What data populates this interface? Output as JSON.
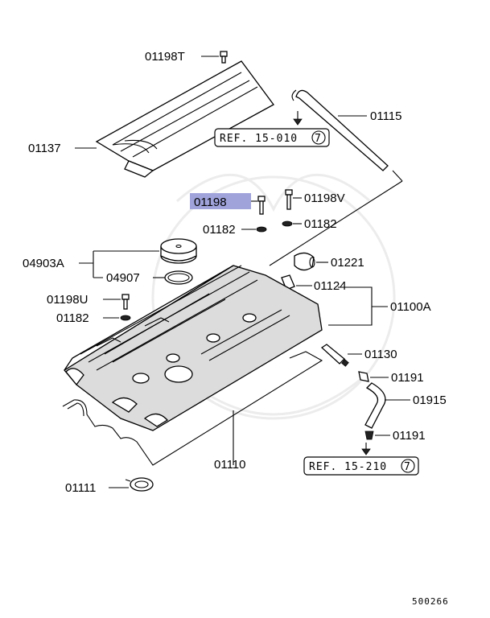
{
  "diagram_code": "500266",
  "highlight_color": "#9fa3da",
  "refs": {
    "ref_top": {
      "text": "REF. 15-010",
      "circled": "7"
    },
    "ref_bottom": {
      "text": "REF. 15-210",
      "circled": "7"
    }
  },
  "labels": {
    "p01198T": "01198T",
    "p01115": "01115",
    "p01137": "01137",
    "p01198": "01198",
    "p01198V": "01198V",
    "p01182_mid": "01182",
    "p01182_right": "01182",
    "p04903A": "04903A",
    "p01221": "01221",
    "p04907": "04907",
    "p01124": "01124",
    "p01198U": "01198U",
    "p01100A": "01100A",
    "p01182_left": "01182",
    "p01130": "01130",
    "p01191_top": "01191",
    "p01915": "01915",
    "p01191_bottom": "01191",
    "p01110": "01110",
    "p01111": "01111"
  }
}
